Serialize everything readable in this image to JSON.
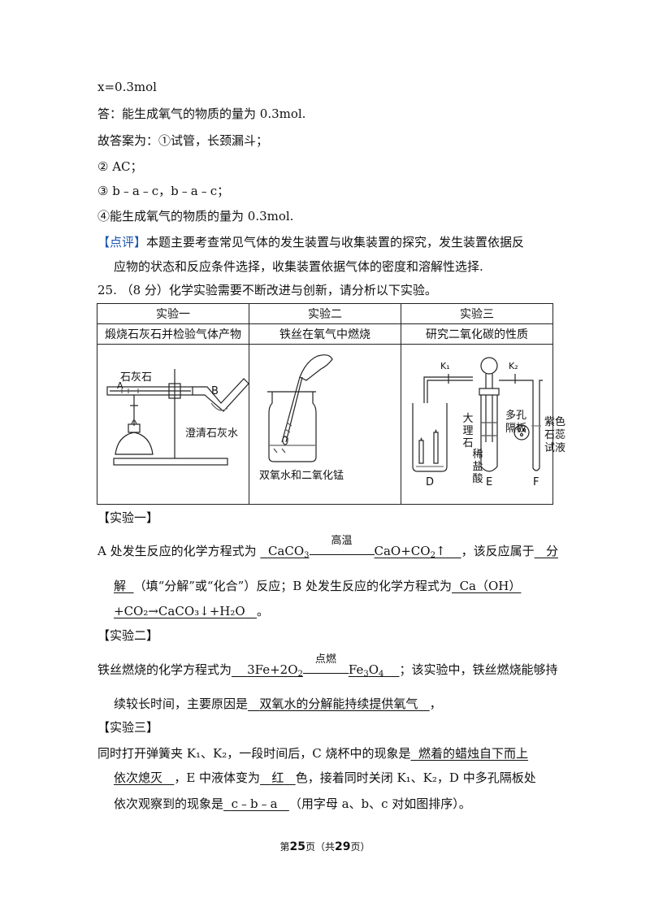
{
  "lines": {
    "l1": "x=0.3mol",
    "l2": "答：能生成氧气的物质的量为 0.3mol.",
    "l3": "故答案为：①试管，长颈漏斗；",
    "l4": "② AC；",
    "l5": "③ b﹣a﹣c，b﹣a﹣c；",
    "l6": "④能生成氧气的物质的量为 0.3mol.",
    "comment_tag": "【点评】",
    "comment_a": "本题主要考查常见气体的发生装置与收集装置的探究，发生装置依据反",
    "comment_b": "应物的状态和反应条件选择，收集装置依据气体的密度和溶解性选择."
  },
  "question": {
    "stem": "25.  （8 分）化学实验需要不断改进与创新，请分析以下实验。"
  },
  "table": {
    "headers": [
      "实验一",
      "实验二",
      "实验三"
    ],
    "descs": [
      "煅烧石灰石并检验气体产物",
      "铁丝在氧气中燃烧",
      "研究二氧化碳的性质"
    ],
    "fig1": {
      "limestone": "石灰石",
      "A": "A",
      "B": "B",
      "limewater": "澄清石灰水"
    },
    "fig2": {
      "reagent": "双氧水和二氧化锰"
    },
    "fig3": {
      "K1": "K₁",
      "K2": "K₂",
      "marble": "大理石",
      "acid": "稀盐酸",
      "plate_a": "多孔",
      "plate_b": "隔板",
      "litmus_a": "紫色",
      "litmus_b": "石蕊",
      "litmus_c": "试液",
      "D": "D",
      "E": "E",
      "F": "F"
    }
  },
  "exp1": {
    "title": "【实验一】",
    "p1": "A 处发生反应的化学方程式为",
    "eq_left": "CaCO",
    "eq_sub": "3",
    "eq_cond": "高温",
    "eq_right": "CaO+CO",
    "eq_right_sub": "2",
    "eq_tail": "↑",
    "p2": "，该反应属于",
    "ans1_a": "分",
    "ans1_b": "解",
    "p3": "（填“分解”或“化合”）反应；B 处发生反应的化学方程式为",
    "ans2_a": "Ca（OH）",
    "ans2_b": "+CO₂→CaCO₃↓+H₂O",
    "p4": "。"
  },
  "exp2": {
    "title": "【实验二】",
    "p1": "铁丝燃烧的化学方程式为",
    "eq_left": "3Fe+2O",
    "eq_sub": "2",
    "eq_cond": "点燃",
    "eq_right": "Fe",
    "eq_right_sub1": "3",
    "eq_right_mid": "O",
    "eq_right_sub2": "4",
    "p2": "；该实验中，铁丝燃烧能够持",
    "p3": "续较长时间，主要原因是",
    "ans": "双氧水的分解能持续提供氧气",
    "p4": "，"
  },
  "exp3": {
    "title": "【实验三】",
    "p1": "同时打开弹簧夹 K₁、K₂，一段时间后，C 烧杯中的现象是",
    "ans1_a": "燃着的蜡烛自下而上",
    "ans1_b": "依次熄灭",
    "p2": "，E 中液体变为",
    "ans2": "红",
    "p3": "色，接着同时关闭 K₁、K₂，D 中多孔隔板处",
    "p4": "依次观察到的现象是",
    "ans3": "c﹣b﹣a",
    "p5": "（用字母 a、b、c 对如图排序）。"
  },
  "footer": {
    "pre": "第",
    "page": "25",
    "mid": "页（共",
    "total": "29",
    "post": "页）"
  }
}
